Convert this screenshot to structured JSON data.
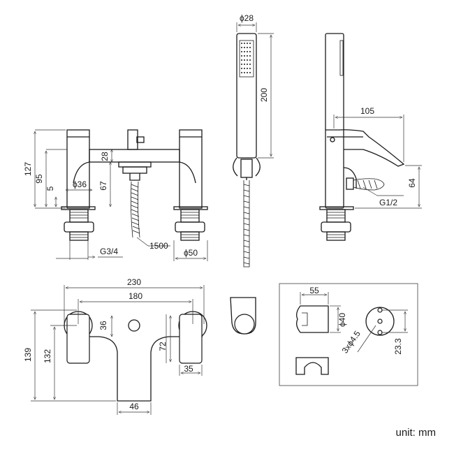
{
  "front_view": {
    "dim_127": "127",
    "dim_95": "95",
    "dim_5": "5",
    "dim_dia36": "ϕ36",
    "dim_28": "28",
    "dim_67": "67",
    "thread_g34": "G3/4",
    "hose_length": "1500",
    "dim_dia50": "ϕ50"
  },
  "hand_shower": {
    "dim_dia28": "ϕ28",
    "dim_200": "200"
  },
  "side_view": {
    "dim_105": "105",
    "dim_64": "64",
    "thread_g12": "G1/2"
  },
  "plan_view": {
    "dim_230": "230",
    "dim_180": "180",
    "dim_139": "139",
    "dim_132": "132",
    "dim_36": "36",
    "dim_72": "72",
    "dim_35": "35",
    "dim_46": "46"
  },
  "detail": {
    "dim_55": "55",
    "dim_dia40": "ϕ40",
    "dim_holes": "3xϕ4.5",
    "dim_23_3": "23.3"
  },
  "unit_label": "unit: mm"
}
